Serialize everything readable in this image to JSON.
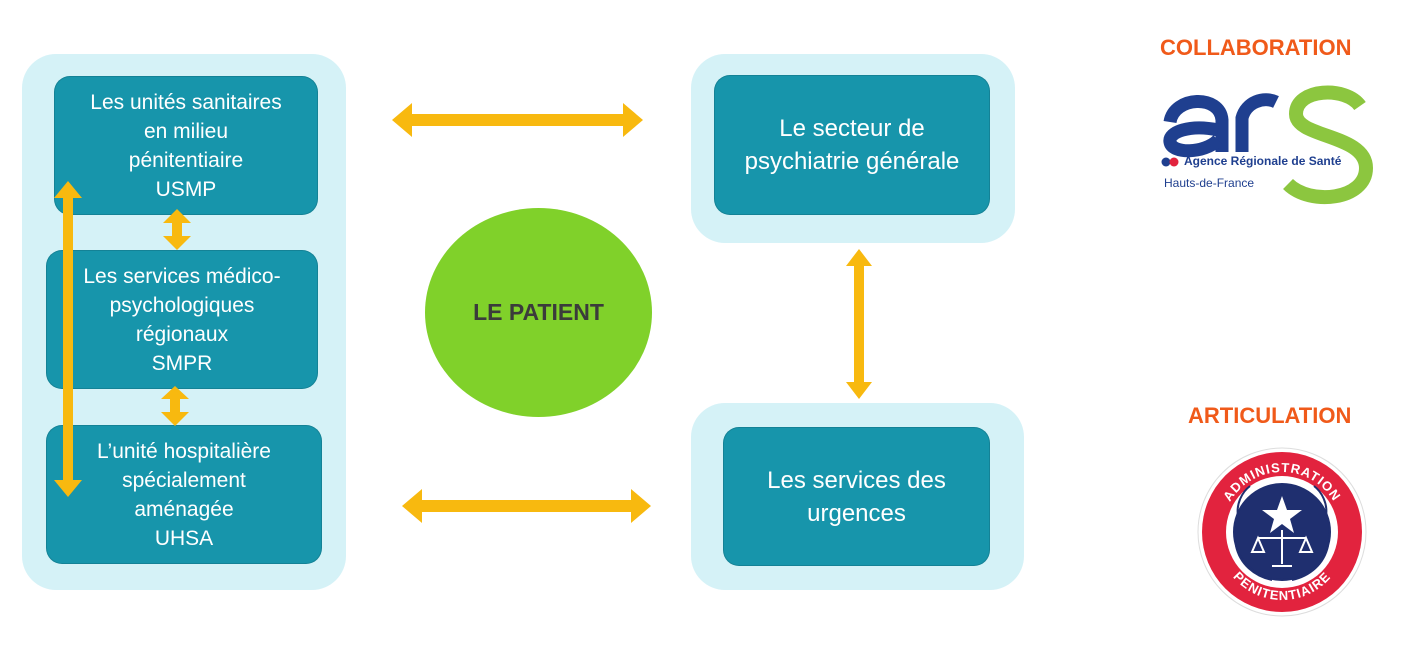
{
  "colors": {
    "panel": "#d5f2f7",
    "box": "#1795ab",
    "arrow": "#f8b90f",
    "patient": "#80d12a",
    "heading": "#f05a1a",
    "ars_blue": "#1f3f8f",
    "ars_green": "#8cc63f",
    "ap_red": "#e2233e",
    "ap_navy": "#1f2f6f"
  },
  "left_group": {
    "usmp": [
      "Les unités sanitaires",
      "en milieu",
      "pénitentiaire",
      "USMP"
    ],
    "smpr": [
      "Les services médico-",
      "psychologiques",
      "régionaux",
      "SMPR"
    ],
    "uhsa": [
      "L’unité hospitalière",
      "spécialement",
      "aménagée",
      "UHSA"
    ]
  },
  "center": {
    "patient": "LE PATIENT"
  },
  "right_group": {
    "psychiatrie": [
      "Le secteur de",
      "psychiatrie générale"
    ],
    "urgences": [
      "Les services des",
      "urgences"
    ]
  },
  "collaboration": {
    "heading": "COLLABORATION",
    "logo": {
      "letters": "ars",
      "agency_name": "Agence Régionale de Santé",
      "region": "Hauts-de-France",
      "icon": "ars-logo-icon"
    }
  },
  "articulation": {
    "heading": "ARTICULATION",
    "logo": {
      "top_text": "ADMINISTRATION",
      "bottom_text": "PENITENTIAIRE",
      "icon": "penitentiary-emblem-icon"
    }
  }
}
